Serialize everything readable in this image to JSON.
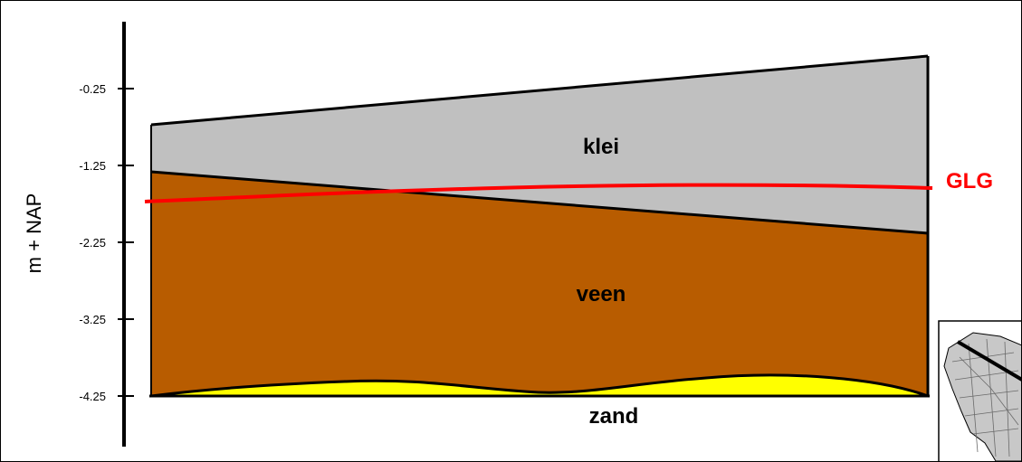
{
  "axis": {
    "title": "m + NAP",
    "ticks": [
      {
        "label": "-0.25",
        "value": -0.25
      },
      {
        "label": "-1.25",
        "value": -1.25
      },
      {
        "label": "-2.25",
        "value": -2.25
      },
      {
        "label": "-3.25",
        "value": -3.25
      },
      {
        "label": "-4.25",
        "value": -4.25
      }
    ]
  },
  "layers": {
    "klei": {
      "label": "klei",
      "color": "#c0c0c0"
    },
    "veen": {
      "label": "veen",
      "color": "#b85c00"
    },
    "zand": {
      "label": "zand",
      "color": "#ffff00"
    }
  },
  "glg": {
    "label": "GLG",
    "color": "#ff0000"
  },
  "colors": {
    "line": "#000000",
    "map_fill": "#c8c8c8"
  }
}
